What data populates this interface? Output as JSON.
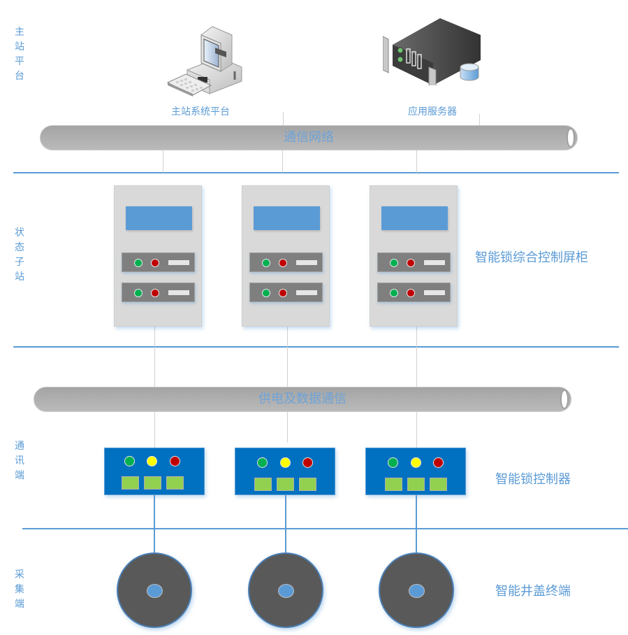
{
  "layers": {
    "master": "主站平台",
    "substation": "状态子站",
    "communication": "通讯端",
    "collection": "采集端"
  },
  "devices": {
    "master_platform": "主站系统平台",
    "app_server": "应用服务器",
    "control_cabinet": "智能锁综合控制屏柜",
    "lock_controller": "智能锁控制器",
    "manhole_terminal": "智能井盖终端"
  },
  "buses": {
    "network": "通信网络",
    "power_data": "供电及数据通信"
  },
  "icons": {
    "computer": "desktop-computer-icon",
    "server": "rack-server-database-icon"
  },
  "colors": {
    "accent": "#5b9bd5",
    "controller": "#0070c0",
    "led_green": "#00b050",
    "led_yellow": "#ffff00",
    "led_red": "#c00000",
    "port_green": "#92d050",
    "terminal": "#595959"
  },
  "counts": {
    "cabinets": 3,
    "controllers": 3,
    "terminals": 3
  }
}
